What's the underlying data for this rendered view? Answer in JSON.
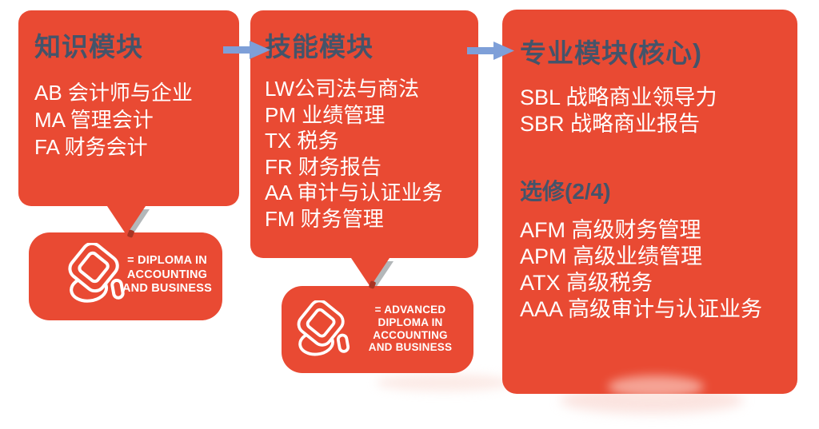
{
  "palette": {
    "box_red": "#E94A33",
    "title_dark": "#44546A",
    "text_white": "#FFFFFF",
    "arrow_blue": "#7E9FD8",
    "shadow_gray": "#A6AAAD"
  },
  "modules": {
    "knowledge": {
      "title": "知识模块",
      "items": [
        "AB 会计师与企业",
        "MA 管理会计",
        "FA 财务会计"
      ]
    },
    "skills": {
      "title": "技能模块",
      "items": [
        "LW公司法与商法",
        "PM 业绩管理",
        "TX 税务",
        "FR 财务报告",
        "AA 审计与认证业务",
        "FM 财务管理"
      ]
    },
    "professional": {
      "title": "专业模块(核心)",
      "core_items": [
        "SBL 战略商业领导力",
        "SBR 战略商业报告"
      ],
      "electives_label": "选修(2/4)",
      "elective_items": [
        "AFM 高级财务管理",
        "APM 高级业绩管理",
        "ATX 高级税务",
        "AAA 高级审计与认证业务"
      ]
    }
  },
  "diplomas": {
    "diploma": {
      "icon": "graduation-cap-icon",
      "lines": [
        "= DIPLOMA IN",
        "ACCOUNTING",
        "AND BUSINESS"
      ]
    },
    "advanced": {
      "icon": "graduation-cap-icon",
      "lines": [
        "= ADVANCED",
        "DIPLOMA IN",
        "ACCOUNTING",
        "AND BUSINESS"
      ]
    }
  }
}
